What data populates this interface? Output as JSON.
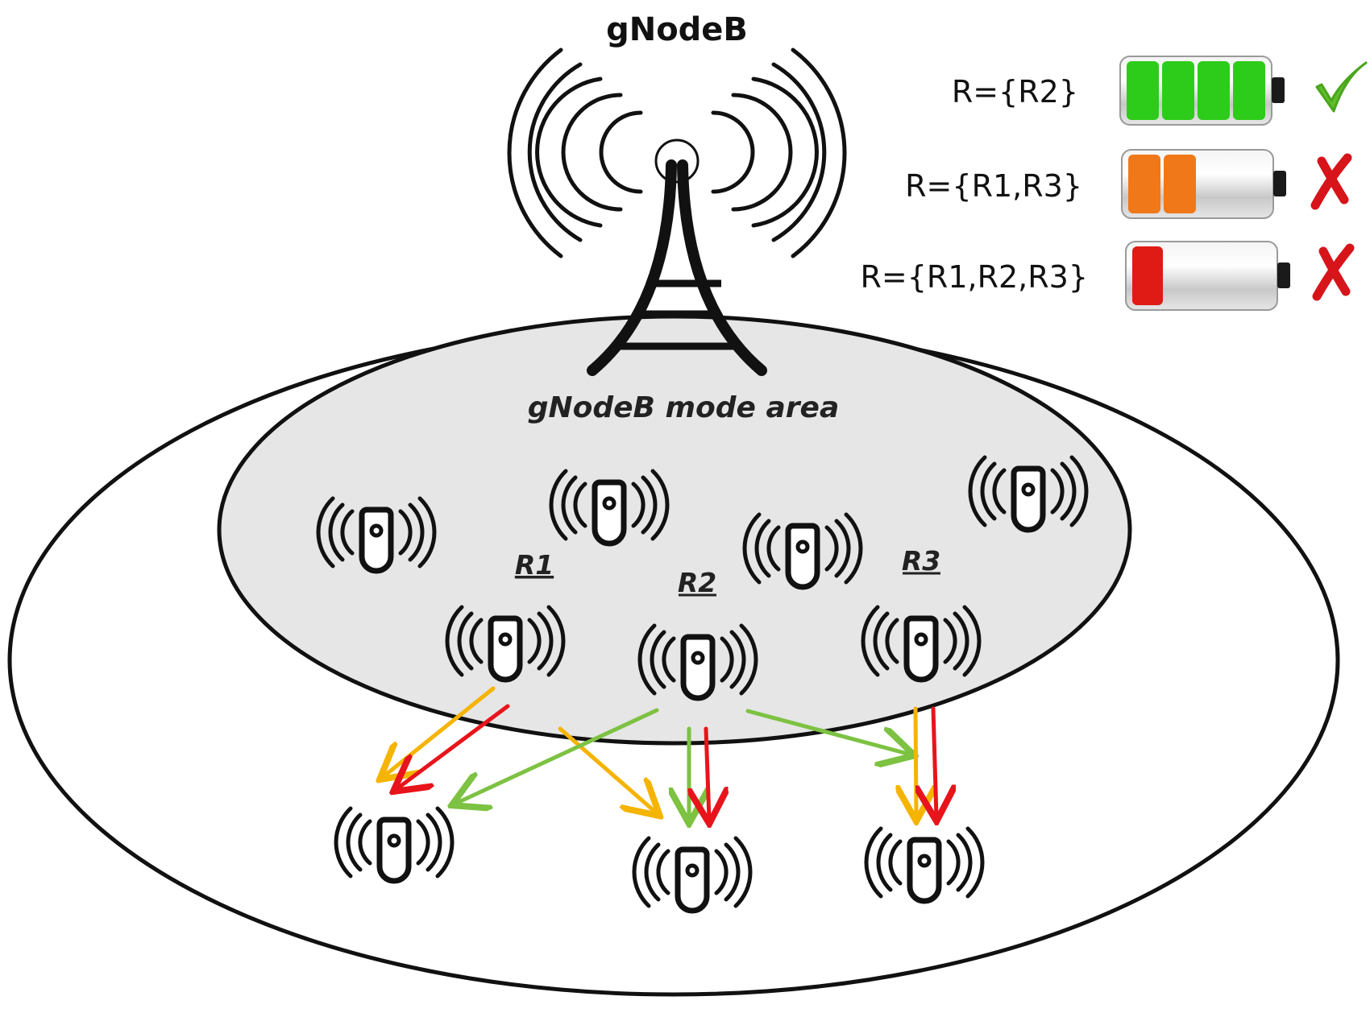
{
  "tower": {
    "label": "gNodeB",
    "icon": "cell-tower-icon"
  },
  "areas": {
    "outer": {
      "label": ""
    },
    "inner": {
      "label": "gNodeB mode area"
    }
  },
  "legend": [
    {
      "label": "R={R2}",
      "battery_level": 1.0,
      "battery_color": "#2ecc1a",
      "status": "ok",
      "status_icon": "check-icon"
    },
    {
      "label": "R={R1,R3}",
      "battery_level": 0.5,
      "battery_color": "#f07818",
      "status": "fail",
      "status_icon": "cross-icon"
    },
    {
      "label": "R={R1,R2,R3}",
      "battery_level": 0.25,
      "battery_color": "#e01a14",
      "status": "fail",
      "status_icon": "cross-icon"
    }
  ],
  "relays": [
    {
      "id": "r1",
      "label": "R1"
    },
    {
      "id": "r2",
      "label": "R2"
    },
    {
      "id": "r3",
      "label": "R3"
    }
  ],
  "colors": {
    "green": "#7dc242",
    "orange": "#f5b400",
    "red": "#e8141b",
    "check": "#5fbf2a",
    "cross": "#d7141a",
    "inner_fill": "#e6e6e6",
    "stroke": "#111111"
  }
}
